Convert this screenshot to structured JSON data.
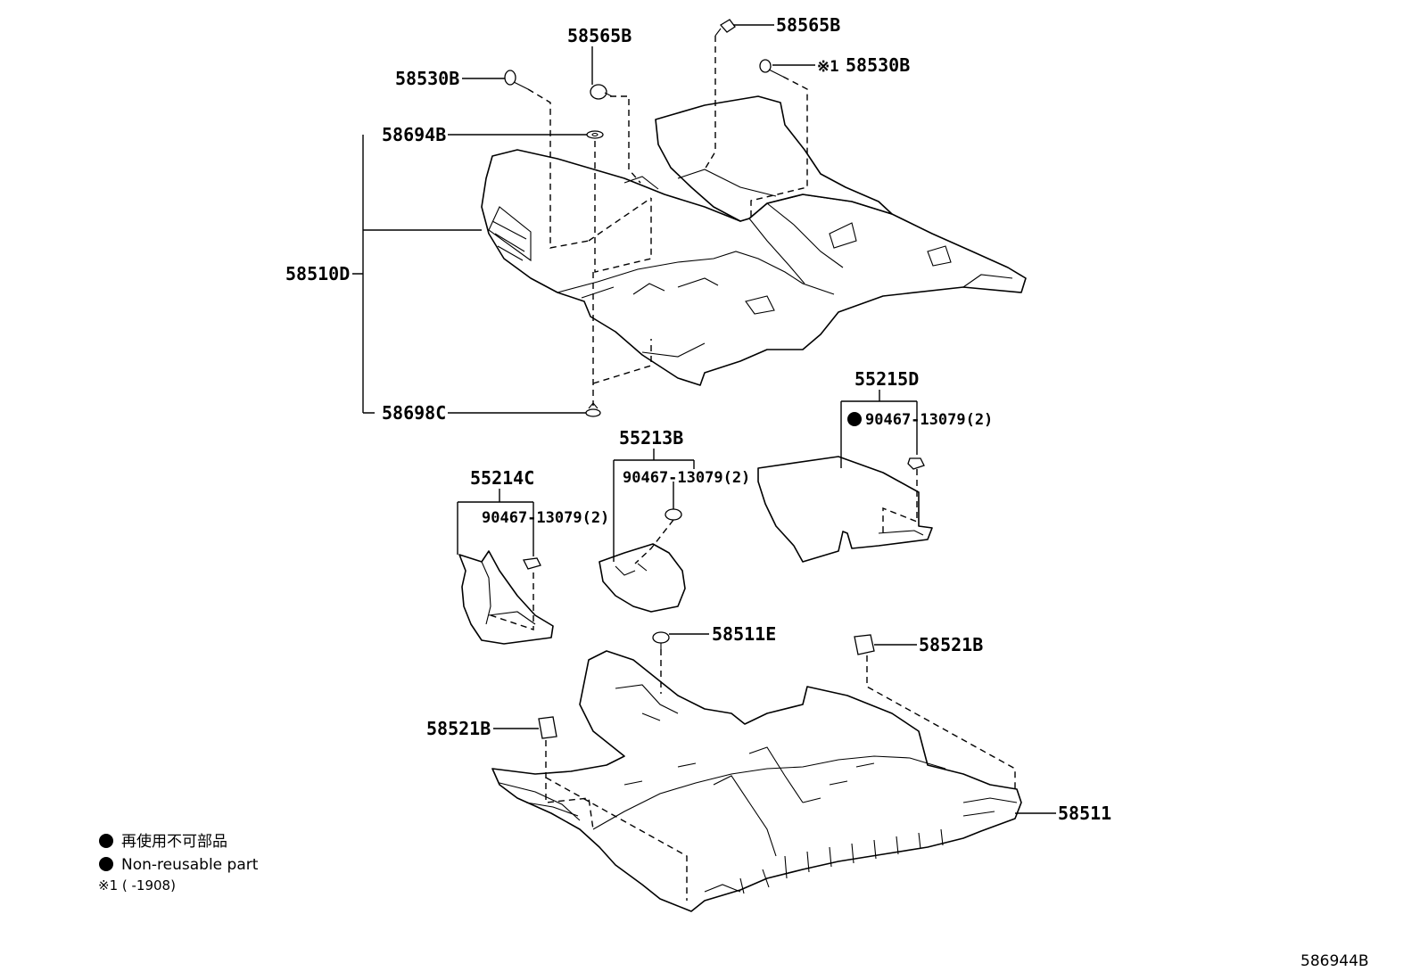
{
  "parts": {
    "p58565B_left": "58565B",
    "p58565B_right": "58565B",
    "p58530B_left": "58530B",
    "p58530B_right": "58530B",
    "note_mark_right": "※1",
    "p58694B": "58694B",
    "p58510D": "58510D",
    "p58698C": "58698C",
    "p55215D": "55215D",
    "p90467_a": "90467-13079(2)",
    "p55213B": "55213B",
    "p90467_b": "90467-13079(2)",
    "p55214C": "55214C",
    "p90467_c": "90467-13079(2)",
    "p58511E": "58511E",
    "p58521B_right": "58521B",
    "p58521B_left": "58521B",
    "p58511": "58511"
  },
  "legend": {
    "line1": "再使用不可部品",
    "line2": "Non-reusable part",
    "line3": "※1 (      -1908)"
  },
  "diagram_id": "586944B"
}
